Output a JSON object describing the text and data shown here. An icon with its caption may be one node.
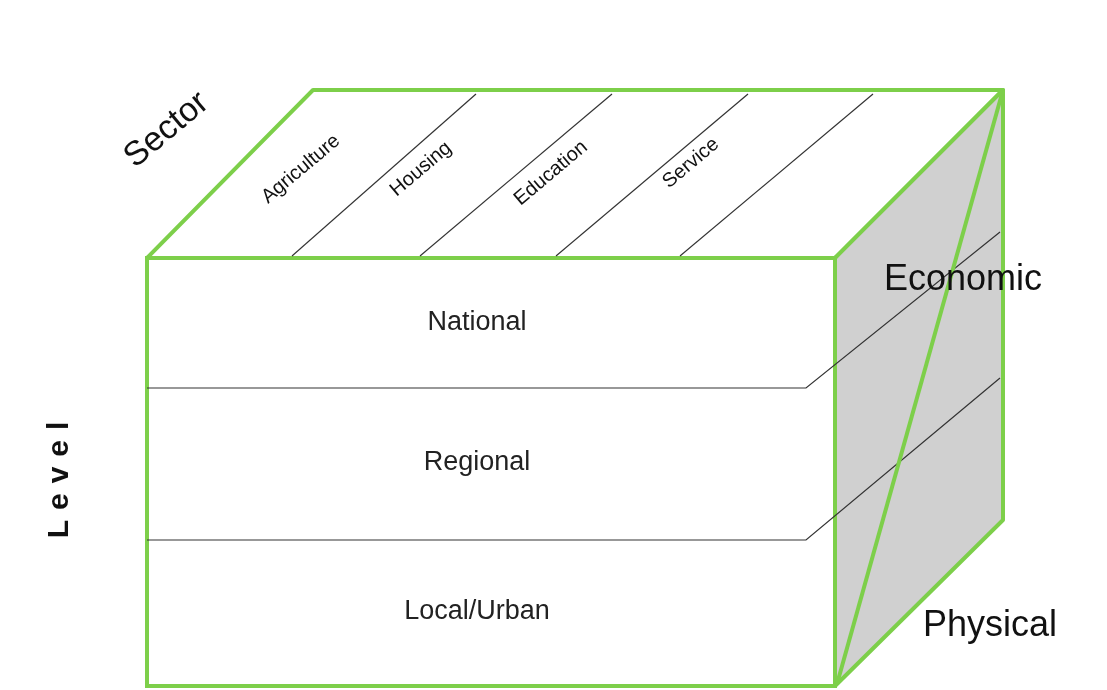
{
  "diagram": {
    "nodes": [
      {
        "text": [
          "National"
        ]
      },
      {
        "text": [
          "Regional"
        ]
      },
      {
        "text": [
          "Local/Urban"
        ]
      }
    ],
    "labels": [
      "Sector",
      "Agriculture",
      "Housing",
      "Education",
      "Service",
      "Level",
      "Economic",
      "Physical"
    ]
  }
}
